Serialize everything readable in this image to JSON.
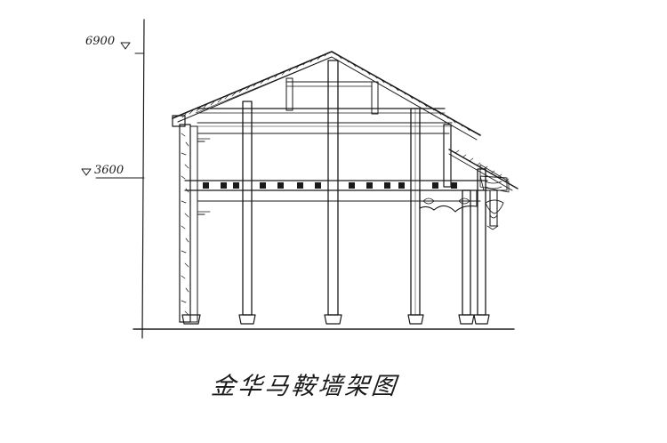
{
  "drawing": {
    "caption": "金华马鞍墙架图",
    "elevation_top": "6900",
    "elevation_mid": "3600"
  },
  "colors": {
    "ink": "#1a1a1a",
    "paper": "#ffffff"
  }
}
